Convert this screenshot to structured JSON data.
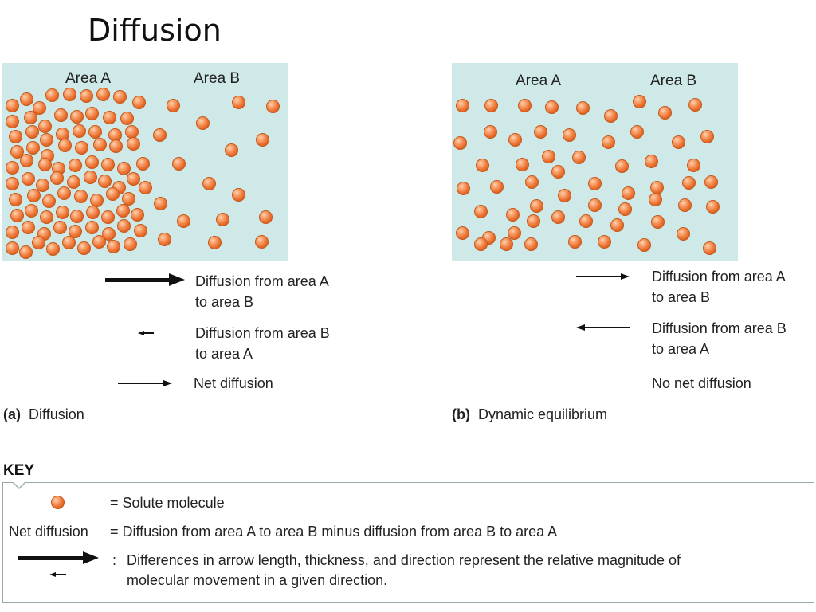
{
  "title": "Diffusion",
  "panel_a": {
    "area_a_label": "Area A",
    "area_b_label": "Area B",
    "legend": [
      {
        "text_line1": "Diffusion from area A",
        "text_line2": "to area B",
        "arrow_direction": "right",
        "arrow_weight": "thick"
      },
      {
        "text_line1": "Diffusion from area B",
        "text_line2": "to area A",
        "arrow_direction": "left",
        "arrow_weight": "thin-short"
      },
      {
        "text_line1": "Net diffusion",
        "text_line2": "",
        "arrow_direction": "right",
        "arrow_weight": "medium"
      }
    ],
    "caption_letter": "(a)",
    "caption_text": "Diffusion"
  },
  "panel_b": {
    "area_a_label": "Area A",
    "area_b_label": "Area B",
    "legend": [
      {
        "text_line1": "Diffusion from area A",
        "text_line2": "to area B",
        "arrow_direction": "right",
        "arrow_weight": "thin"
      },
      {
        "text_line1": "Diffusion from area B",
        "text_line2": "to area A",
        "arrow_direction": "left",
        "arrow_weight": "thin"
      },
      {
        "text_line1": "No net diffusion",
        "text_line2": "",
        "arrow_direction": "none",
        "arrow_weight": "none"
      }
    ],
    "caption_letter": "(b)",
    "caption_text": "Dynamic equilibrium"
  },
  "key": {
    "label": "KEY",
    "solute_text": "= Solute molecule",
    "net_label": "Net diffusion",
    "net_definition": "= Diffusion from area A to area B minus diffusion from area B to area A",
    "arrow_note_colon": ":",
    "arrow_note_line1": "Differences in arrow length, thickness, and direction represent the relative magnitude of",
    "arrow_note_line2": "molecular movement in a given direction."
  },
  "colors": {
    "panel_background": "#cfe8e8",
    "molecule": "#ec6f2f",
    "arrow": "#111111"
  },
  "icons": {
    "molecule": "solute-molecule-icon",
    "arrow_right": "arrow-right-icon",
    "arrow_left": "arrow-left-icon"
  }
}
